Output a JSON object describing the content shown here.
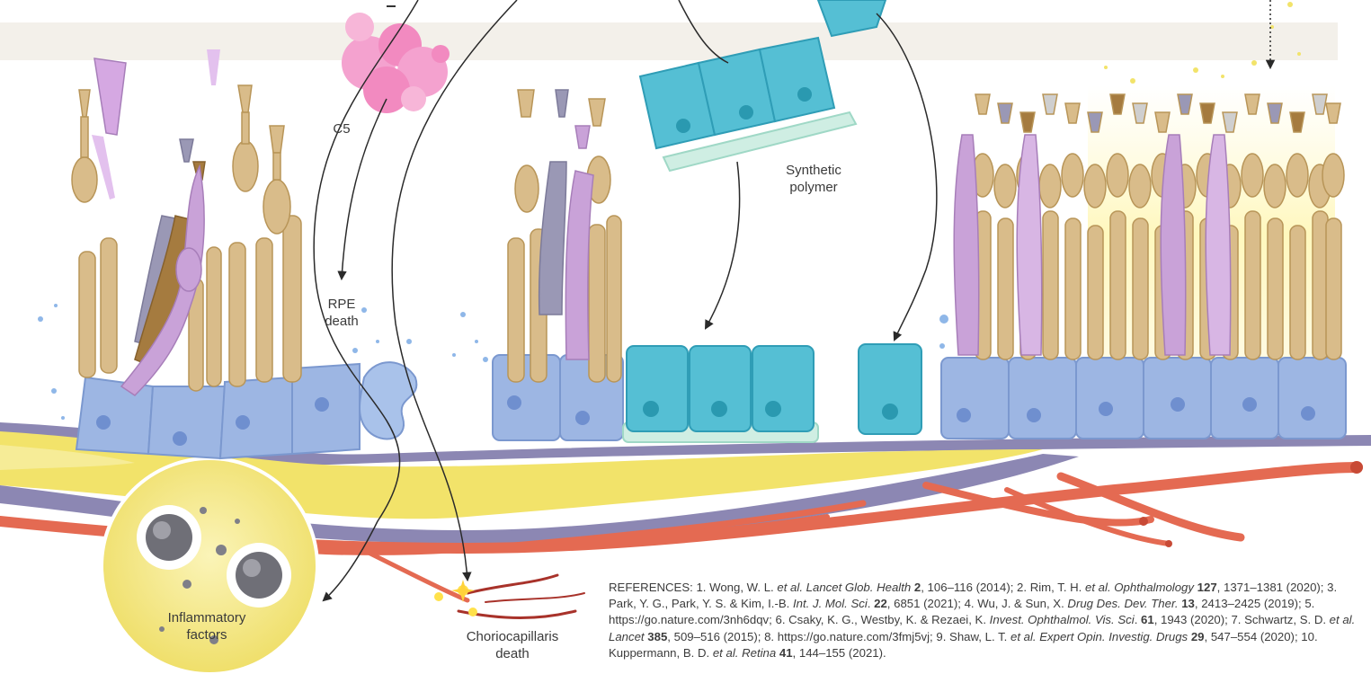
{
  "labels": {
    "c5": "C5",
    "synthetic_polymer": "Synthetic\npolymer",
    "rpe_death": "RPE\ndeath",
    "inflammatory_factors": "Inflammatory\nfactors",
    "choriocapillaris_death": "Choriocapillaris\ndeath"
  },
  "references": {
    "heading": "REFERENCES:",
    "items": [
      [
        {
          "t": "1. Wong, W. L. "
        },
        {
          "t": "et al. Lancet Glob. Health",
          "i": true
        },
        {
          "t": " "
        },
        {
          "t": "2",
          "b": true
        },
        {
          "t": ", 106–116 (2014); "
        }
      ],
      [
        {
          "t": "2. Rim, T. H. "
        },
        {
          "t": "et al. Ophthalmology",
          "i": true
        },
        {
          "t": " "
        },
        {
          "t": "127",
          "b": true
        },
        {
          "t": ", 1371–1381 (2020); "
        }
      ],
      [
        {
          "t": "3. Park, Y. G., Park, Y. S. & Kim, I.-B. "
        },
        {
          "t": "Int. J. Mol. Sci",
          "i": true
        },
        {
          "t": ". "
        },
        {
          "t": "22",
          "b": true
        },
        {
          "t": ", 6851 (2021); "
        }
      ],
      [
        {
          "t": "4. Wu, J. & Sun, X. "
        },
        {
          "t": "Drug Des. Dev. Ther.",
          "i": true
        },
        {
          "t": " "
        },
        {
          "t": "13",
          "b": true
        },
        {
          "t": ", 2413–2425 (2019); "
        }
      ],
      [
        {
          "t": "5. https://go.nature.com/3nh6dqv; "
        }
      ],
      [
        {
          "t": "6. Csaky, K. G., Westby, K. & Rezaei, K. "
        },
        {
          "t": "Invest. Ophthalmol. Vis. Sci",
          "i": true
        },
        {
          "t": ". "
        },
        {
          "t": "61",
          "b": true
        },
        {
          "t": ", 1943 (2020); "
        }
      ],
      [
        {
          "t": "7. Schwartz, S. D. "
        },
        {
          "t": "et al. Lancet",
          "i": true
        },
        {
          "t": " "
        },
        {
          "t": "385",
          "b": true
        },
        {
          "t": ", 509–516 (2015); "
        }
      ],
      [
        {
          "t": "8. https://go.nature.com/3fmj5vj; "
        }
      ],
      [
        {
          "t": "9. Shaw, L. T. "
        },
        {
          "t": "et al. Expert Opin. Investig. Drugs",
          "i": true
        },
        {
          "t": " "
        },
        {
          "t": "29",
          "b": true
        },
        {
          "t": ", 547–554 (2020); "
        }
      ],
      [
        {
          "t": "10. Kuppermann, B. D. "
        },
        {
          "t": "et al. Retina",
          "i": true
        },
        {
          "t": " "
        },
        {
          "t": "41",
          "b": true
        },
        {
          "t": ", 144–155 (2021)."
        }
      ]
    ]
  },
  "colors": {
    "band": "#f3f0ea",
    "rpe_blue": "#9db6e3",
    "rpe_blue_dark": "#7b98cf",
    "teal": "#55bfd4",
    "teal_dark": "#2f9db6",
    "tan": "#d9bc8a",
    "tan_dark": "#b89558",
    "lilac": "#c9a2d8",
    "grey_violet": "#9a98b5",
    "brown": "#a57b3f",
    "membrane": "#8c87b3",
    "yellow": "#f2e36a",
    "vessel": "#e46a52",
    "pink": "#f28ac0",
    "circle_fill": "#f4e98a"
  },
  "icons": [
    "c5-protein",
    "rpe-cells",
    "photoreceptors",
    "synthetic-polymer",
    "inflammatory-cells",
    "choriocapillaris-spark"
  ]
}
